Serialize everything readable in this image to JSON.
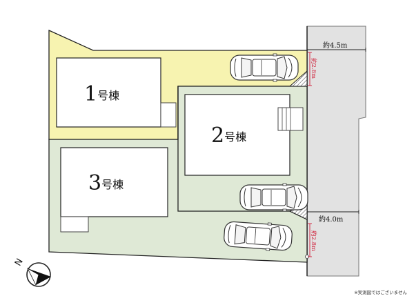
{
  "colors": {
    "lot1_fill": "#f7f3b0",
    "lot_green_fill": "#dfe9d6",
    "road_fill": "#e2e2e2",
    "building_fill": "#ffffff",
    "outline": "#222222",
    "dimension_red": "#d0203a"
  },
  "buildings": [
    {
      "number": "1",
      "suffix": "号棟"
    },
    {
      "number": "2",
      "suffix": "号棟"
    },
    {
      "number": "3",
      "suffix": "号棟"
    }
  ],
  "road": {
    "width_top": "約4.5m",
    "width_bottom": "約4.0m"
  },
  "frontage": {
    "top": "約2.8m",
    "bottom": "約2.8m"
  },
  "compass": {
    "label": "N",
    "icon": "north-arrow-icon"
  },
  "cars": {
    "count": 3,
    "icon": "car-icon"
  },
  "note": "※実測図ではございません"
}
